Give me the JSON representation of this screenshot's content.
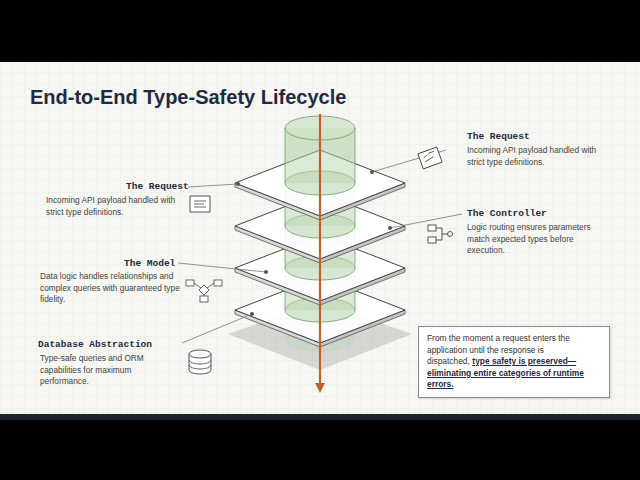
{
  "diagram": {
    "title": "End-to-End Type-Safety Lifecycle",
    "nodes": [
      {
        "text": [
          "From the moment a request enters the application until the response is dispatched,",
          "type safety is preserved—eliminating entire categories of runtime errors."
        ]
      }
    ],
    "labels": [
      "The Request",
      "Incoming API payload handled with strict type definitions.",
      "The Request",
      "Incoming API payload handled with strict type definitions.",
      "The Controller",
      "Logic routing ensures parameters match expected types before execution.",
      "The Model",
      "Data logic handles relationships and complex queries with guaranteed type fidelity.",
      "Database Abstraction",
      "Type-safe queries and ORM capabilities for maximum performance."
    ]
  }
}
